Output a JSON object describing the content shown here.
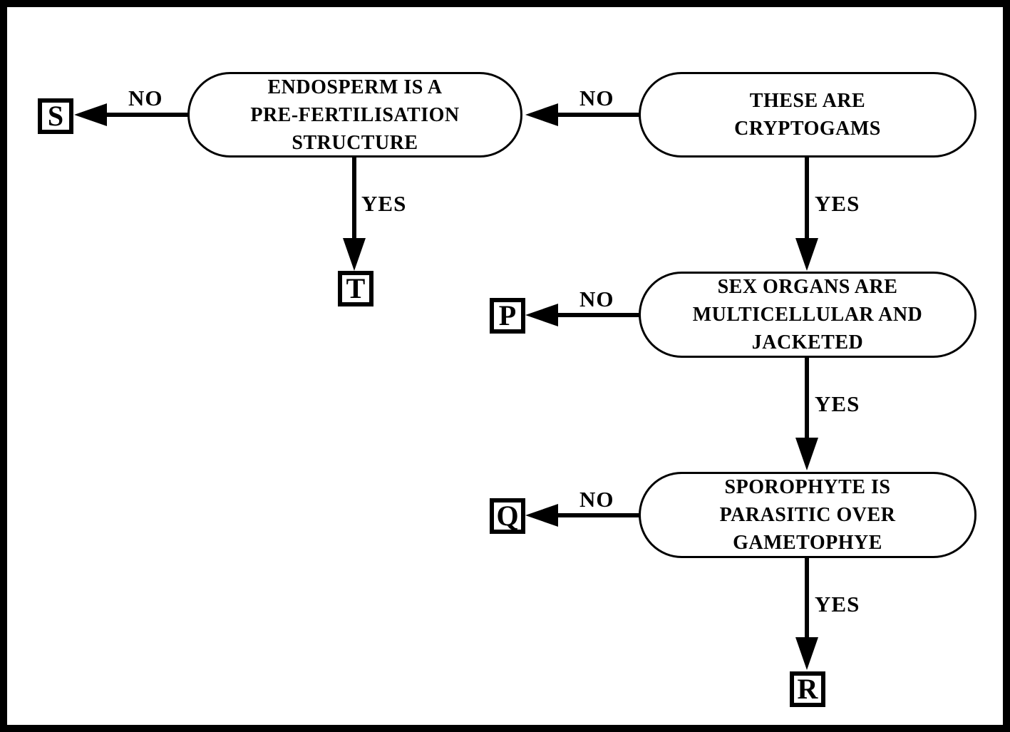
{
  "flowchart": {
    "colors": {
      "stroke": "#000000",
      "fill": "#ffffff",
      "background": "#ffffff"
    },
    "nodes": [
      {
        "id": "endosperm",
        "shape": "stadium",
        "lines": [
          "ENDOSPERM IS A",
          "PRE-FERTILISATION",
          "STRUCTURE"
        ]
      },
      {
        "id": "cryptogams",
        "shape": "stadium",
        "lines": [
          "THESE ARE",
          "CRYPTOGAMS"
        ]
      },
      {
        "id": "sex-organs",
        "shape": "stadium",
        "lines": [
          "SEX ORGANS ARE",
          "MULTICELLULAR AND",
          "JACKETED"
        ]
      },
      {
        "id": "sporophyte",
        "shape": "stadium",
        "lines": [
          "SPOROPHYTE IS",
          "PARASITIC OVER",
          "GAMETOPHYE"
        ]
      }
    ],
    "terminals": [
      {
        "id": "s",
        "label": "S"
      },
      {
        "id": "t",
        "label": "T"
      },
      {
        "id": "p",
        "label": "P"
      },
      {
        "id": "q",
        "label": "Q"
      },
      {
        "id": "r",
        "label": "R"
      }
    ],
    "edges": [
      {
        "from": "cryptogams",
        "to": "endosperm",
        "label": "NO"
      },
      {
        "from": "cryptogams",
        "to": "sex-organs",
        "label": "YES"
      },
      {
        "from": "endosperm",
        "to": "s",
        "label": "NO"
      },
      {
        "from": "endosperm",
        "to": "t",
        "label": "YES"
      },
      {
        "from": "sex-organs",
        "to": "p",
        "label": "NO"
      },
      {
        "from": "sex-organs",
        "to": "sporophyte",
        "label": "YES"
      },
      {
        "from": "sporophyte",
        "to": "q",
        "label": "NO"
      },
      {
        "from": "sporophyte",
        "to": "r",
        "label": "YES"
      }
    ]
  }
}
